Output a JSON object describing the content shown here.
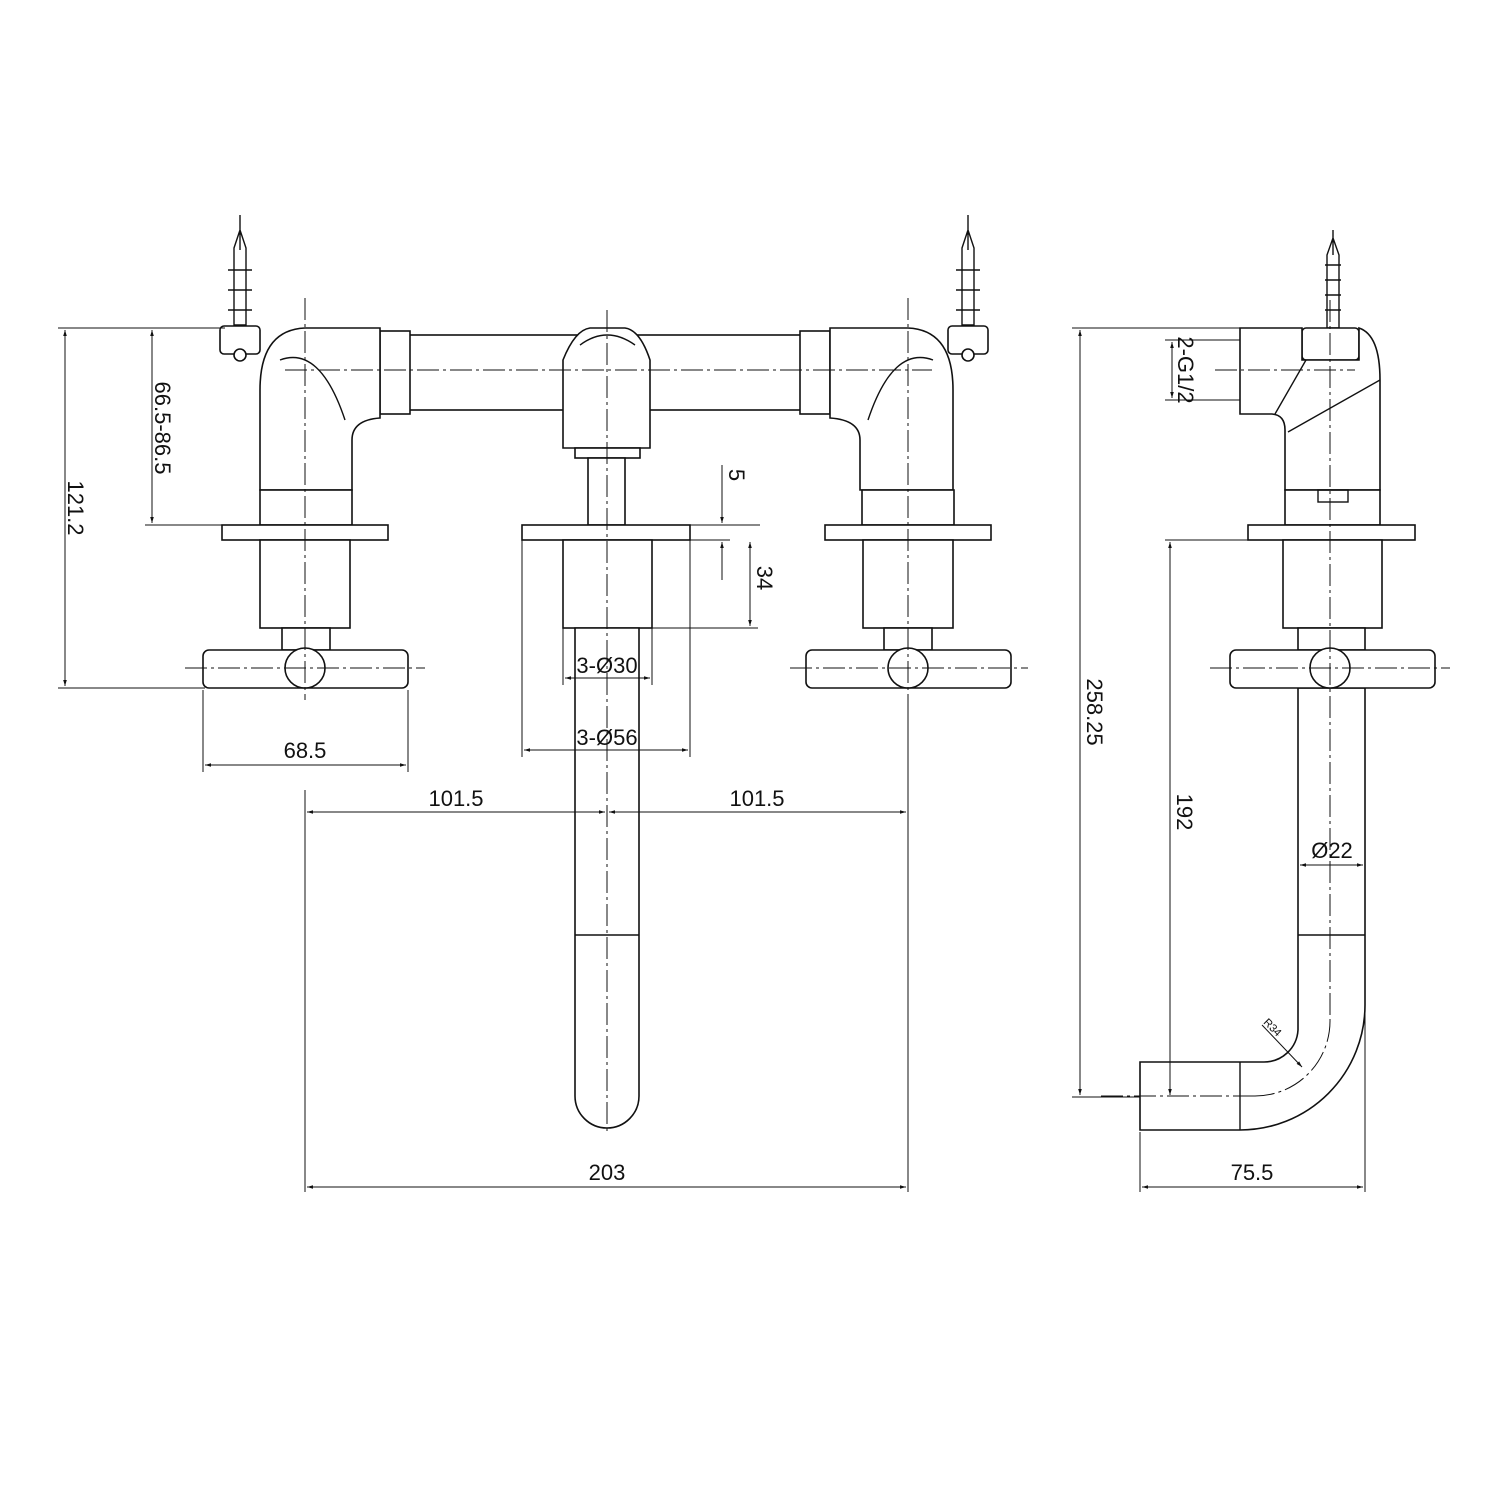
{
  "drawing": {
    "front_view": {
      "dimensions": {
        "total_height": "121.2",
        "mount_height_range": "66.5-86.5",
        "handle_width": "68.5",
        "left_spacing": "101.5",
        "right_spacing": "101.5",
        "overall_width": "203",
        "flange_thickness": "5",
        "body_height": "34",
        "body_diameter": "3-Ø30",
        "flange_diameter": "3-Ø56"
      }
    },
    "side_view": {
      "dimensions": {
        "thread": "2-G1/2",
        "total_height": "258.25",
        "spout_height": "192",
        "pipe_diameter": "Ø22",
        "bend_radius": "R34",
        "projection": "75.5"
      }
    },
    "line_color": "#111111"
  }
}
